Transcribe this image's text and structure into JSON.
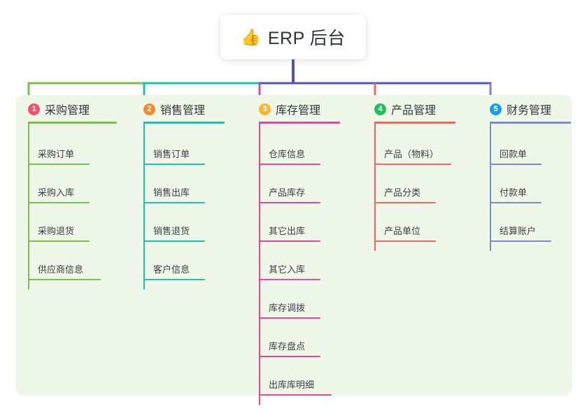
{
  "root": {
    "icon": "thumbs-up-icon",
    "emoji": "👍",
    "title": "ERP 后台"
  },
  "palette": {
    "panel_bg": "#eef7e8",
    "page_bg": "#ffffff",
    "text": "#33373d",
    "trunk": "#4f52c0",
    "green": "#7cc04b",
    "teal": "#17c4b0",
    "pink": "#e8459a",
    "red": "#f4655f",
    "blue": "#7b87d8"
  },
  "columns": [
    {
      "number": "1",
      "title": "采购管理",
      "badge_color": "#f2536b",
      "line_color": "#7cc04b",
      "rule_width": 127,
      "items": [
        {
          "label": "采购订单",
          "rule_width": 88
        },
        {
          "label": "采购入库",
          "rule_width": 88
        },
        {
          "label": "采购退货",
          "rule_width": 88
        },
        {
          "label": "供应商信息",
          "rule_width": 104
        }
      ]
    },
    {
      "number": "2",
      "title": "销售管理",
      "badge_color": "#f68b2c",
      "line_color": "#17c4b0",
      "rule_width": 116,
      "items": [
        {
          "label": "销售订单",
          "rule_width": 88
        },
        {
          "label": "销售出库",
          "rule_width": 88
        },
        {
          "label": "销售退货",
          "rule_width": 88
        },
        {
          "label": "客户信息",
          "rule_width": 88
        }
      ]
    },
    {
      "number": "3",
      "title": "库存管理",
      "badge_color": "#f7b731",
      "line_color": "#e8459a",
      "rule_width": 116,
      "items": [
        {
          "label": "仓库信息",
          "rule_width": 88
        },
        {
          "label": "产品库存",
          "rule_width": 88
        },
        {
          "label": "其它出库",
          "rule_width": 88
        },
        {
          "label": "其它入库",
          "rule_width": 88
        },
        {
          "label": "库存调拨",
          "rule_width": 88
        },
        {
          "label": "库存盘点",
          "rule_width": 88
        },
        {
          "label": "出库库明细",
          "rule_width": 104
        }
      ]
    },
    {
      "number": "4",
      "title": "产品管理",
      "badge_color": "#27bd5f",
      "line_color": "#f4655f",
      "rule_width": 116,
      "items": [
        {
          "label": "产品（物料）",
          "rule_width": 110
        },
        {
          "label": "产品分类",
          "rule_width": 88
        },
        {
          "label": "产品单位",
          "rule_width": 88
        }
      ]
    },
    {
      "number": "5",
      "title": "财务管理",
      "badge_color": "#199fe6",
      "line_color": "#7b87d8",
      "rule_width": 116,
      "items": [
        {
          "label": "回款单",
          "rule_width": 74
        },
        {
          "label": "付款单",
          "rule_width": 74
        },
        {
          "label": "结算账户",
          "rule_width": 88
        }
      ]
    }
  ]
}
